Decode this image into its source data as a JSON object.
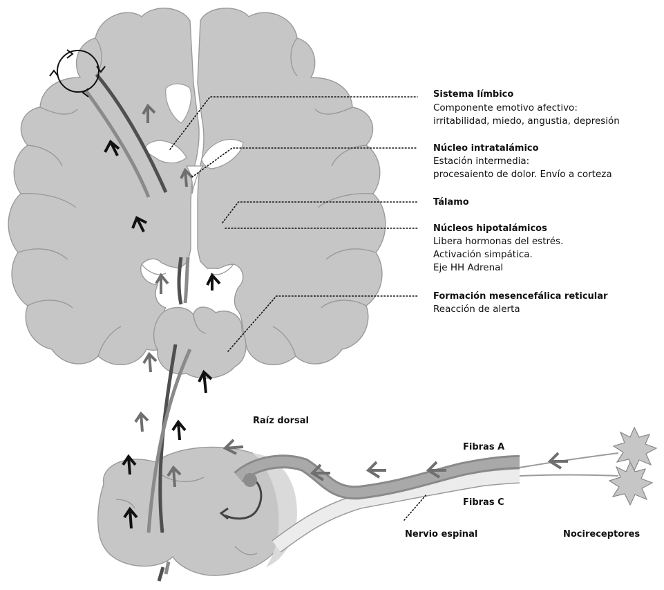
{
  "labels": {
    "sistema_limbico": {
      "title": "Sistema límbico",
      "lines": [
        "Componente emotivo afectivo:",
        "irritabilidad, miedo, angustia, depresión"
      ]
    },
    "nucleo_intratalamico": {
      "title": "Núcleo intratalámico",
      "lines": [
        "Estación intermedia:",
        "procesaiento de dolor. Envío a corteza"
      ]
    },
    "talamo": {
      "title": "Tálamo"
    },
    "nucleos_hipotalamicos": {
      "title": "Núcleos hipotalámicos",
      "lines": [
        "Libera hormonas del estrés.",
        "Activación simpática.",
        "Eje HH Adrenal"
      ]
    },
    "formacion_reticular": {
      "title": "Formación mesencefálica reticular",
      "lines": [
        "Reacción de alerta"
      ]
    },
    "raiz_dorsal": "Raíz dorsal",
    "fibras_a": "Fibras A",
    "fibras_c": "Fibras C",
    "nervio_espinal": "Nervio espinal",
    "nocireceptores": "Nocireceptores"
  },
  "colors": {
    "tissue": "#c6c6c6",
    "tissue_outline": "#9a9a9a",
    "arrow_dark": "#111111",
    "arrow_gray": "#6f6f6f",
    "tract_dark": "#4f4f4f",
    "tract_mid": "#8a8a8a"
  }
}
